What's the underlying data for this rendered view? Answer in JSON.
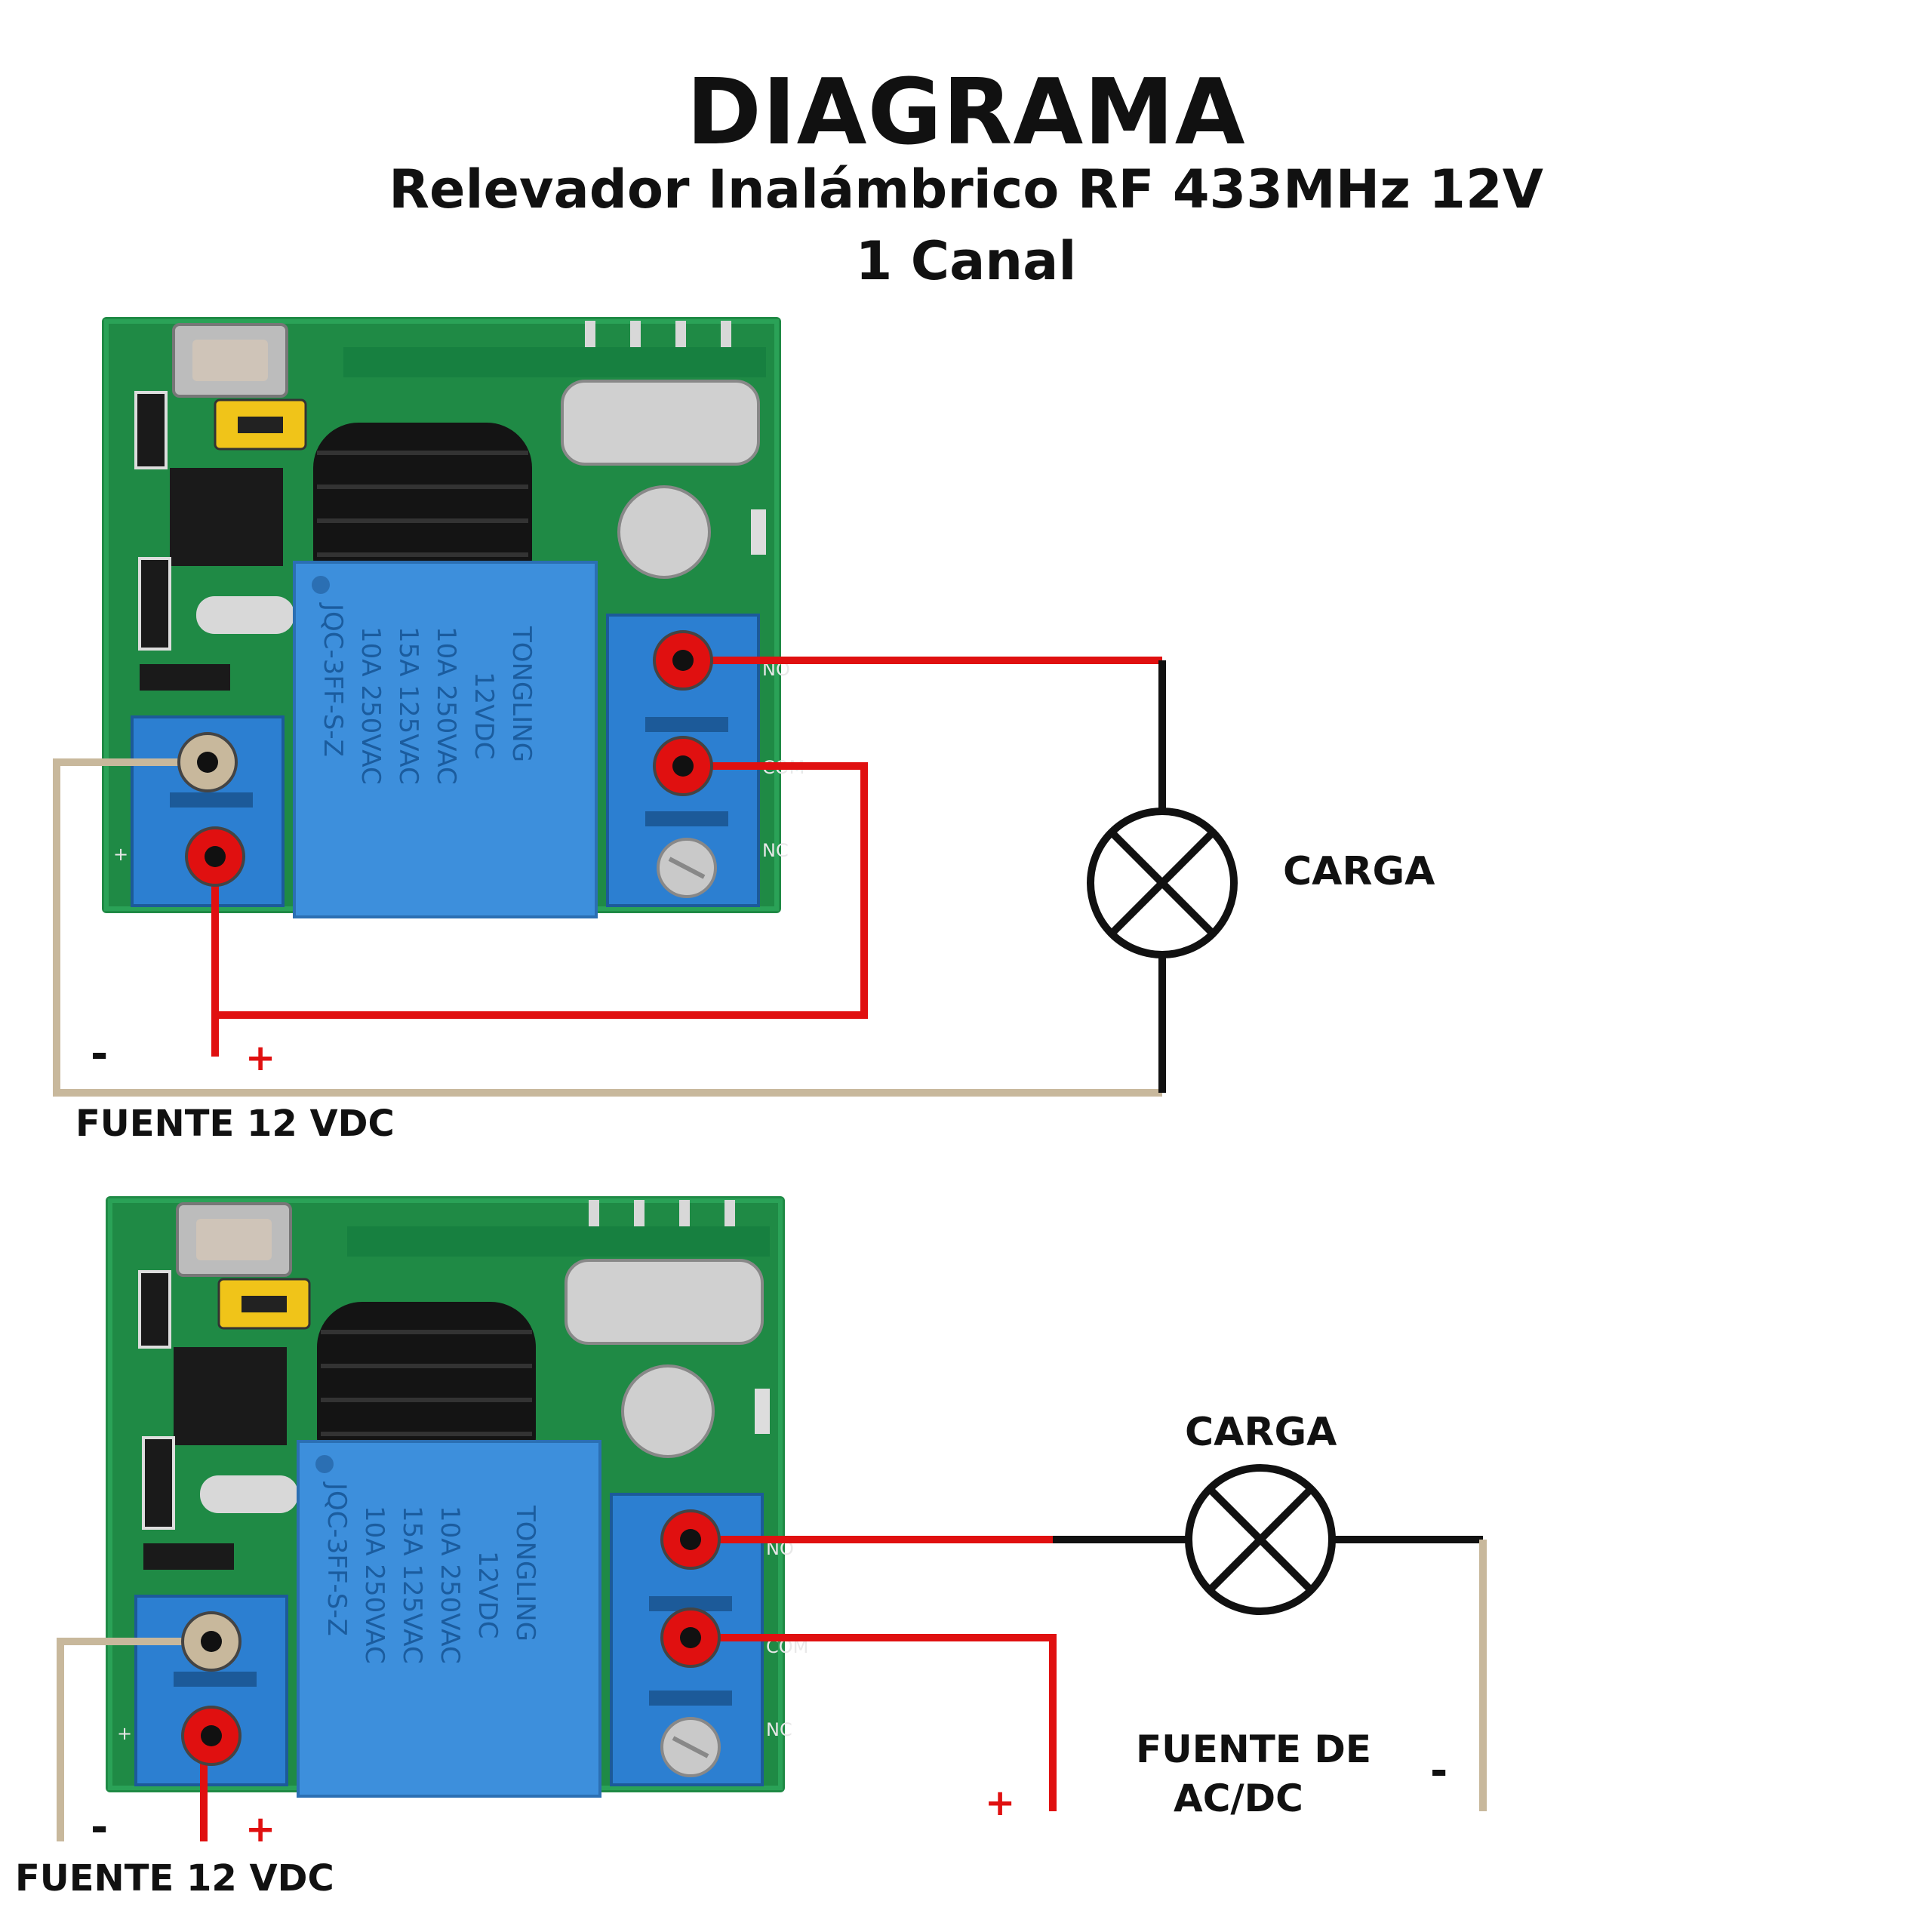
{
  "header": {
    "title": "DIAGRAMA",
    "subtitle": "Relevador Inalámbrico RF 433MHz 12V",
    "subtitle2": "1 Canal"
  },
  "relay": {
    "brand": "TONGLING",
    "voltage": "12VDC",
    "model": "JQC-3FF-S-Z",
    "rating1": "10A 250VAC",
    "rating2": "15A 125VAC",
    "rating3": "10A 250VAC",
    "terminal_no": "NO",
    "terminal_com": "COM",
    "terminal_nc": "NC",
    "terminal_minus": "-",
    "terminal_plus": "+"
  },
  "diagram1": {
    "load_label": "CARGA",
    "minus": "-",
    "plus": "+",
    "source_label": "FUENTE 12 VDC"
  },
  "diagram2": {
    "load_label": "CARGA",
    "minus": "-",
    "plus": "+",
    "source_label": "FUENTE 12 VDC",
    "ext_source_line1": "FUENTE DE",
    "ext_source_line2": "AC/DC",
    "ext_plus": "+",
    "ext_minus": "-"
  },
  "colors": {
    "pcb": "#1f8a45",
    "terminal_block": "#2c7fd1",
    "relay_body": "#3d8fdc",
    "wire_positive": "#e01010",
    "wire_negative": "#c8b89c",
    "wire_load": "#111111"
  }
}
